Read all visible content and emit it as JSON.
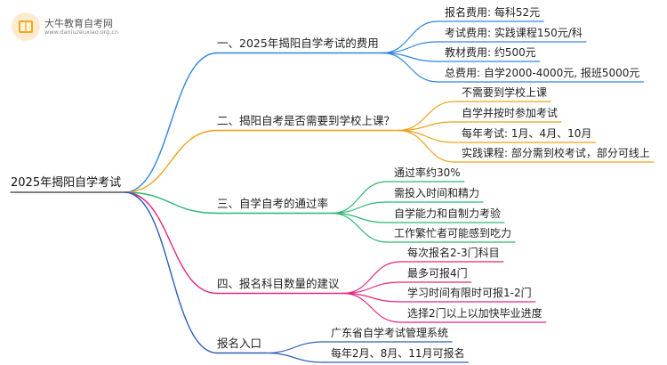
{
  "watermark": {
    "brand": "大牛教育自考网",
    "url": "www.daniuzeuxiao.org.cn",
    "icon": "book-logo-icon"
  },
  "colors": {
    "blue": "#2f86e0",
    "orange": "#f0a116",
    "green": "#2bb673",
    "magenta": "#e6257f",
    "navy": "#2e5fb8"
  },
  "root": {
    "label": "2025年揭阳自学考试"
  },
  "branches": [
    {
      "label": "一、2025年揭阳自学考试的费用",
      "color": "blue",
      "leaves": [
        "报名费用: 每科52元",
        "考试费用: 实践课程150元/科",
        "教材费用: 约500元",
        "总费用: 自学2000-4000元, 报班5000元"
      ]
    },
    {
      "label": "二、揭阳自考是否需要到学校上课？",
      "color": "orange",
      "leaves": [
        "不需要到学校上课",
        "自学并按时参加考试",
        "每年考试: 1月、4月、10月",
        "实践课程: 部分需到校考试，部分可线上"
      ]
    },
    {
      "label": "三、自学自考的通过率",
      "color": "green",
      "leaves": [
        "通过率约30%",
        "需投入时间和精力",
        "自学能力和自制力考验",
        "工作繁忙者可能感到吃力"
      ]
    },
    {
      "label": "四、报名科目数量的建议",
      "color": "magenta",
      "leaves": [
        "每次报名2-3门科目",
        "最多可报4门",
        "学习时间有限时可报1-2门",
        "选择2门以上以加快毕业进度"
      ]
    },
    {
      "label": "报名入口",
      "color": "navy",
      "leaves": [
        "广东省自学考试管理系统",
        "每年2月、8月、11月可报名"
      ]
    }
  ]
}
